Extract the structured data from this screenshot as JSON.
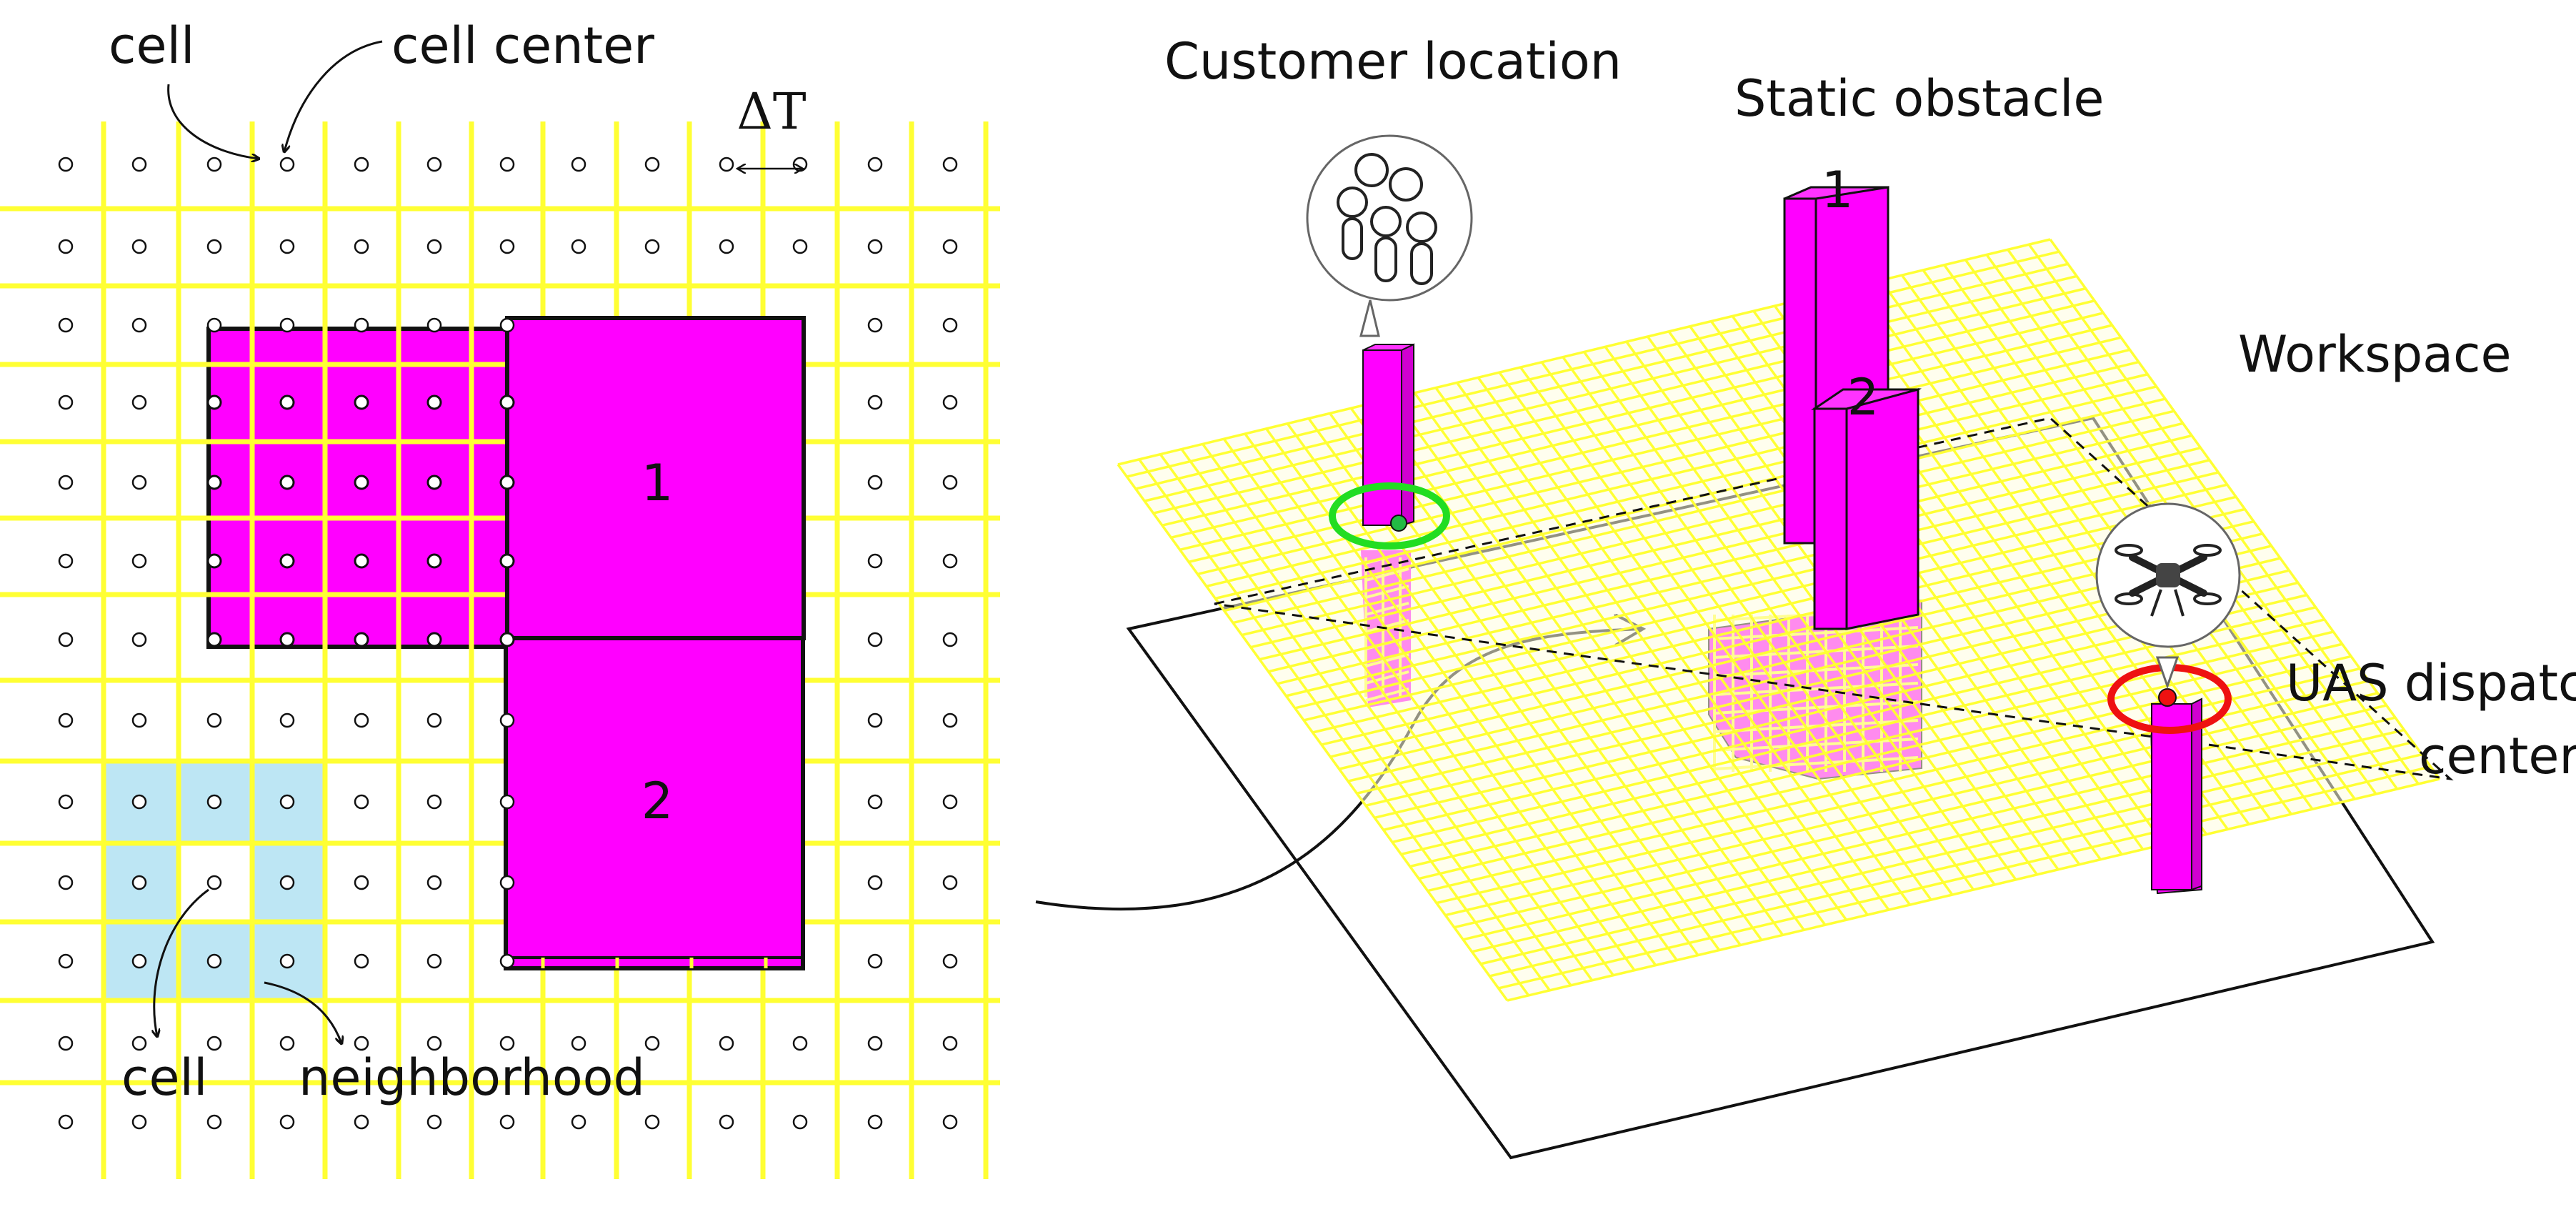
{
  "colors": {
    "grid": "#ffff33",
    "obstacle": "#ff00ff",
    "obstacle_dark": "#c000c0",
    "neighborhood": "#bde6f4",
    "customer_ring": "#22dd22",
    "dispatch_ring": "#ee1111",
    "ink": "#111111"
  },
  "left_panel": {
    "cell_label": "cell",
    "cell_center_label": "cell center",
    "delta_label": "ΔT",
    "obstacle_1_label": "1",
    "obstacle_2_label": "2",
    "cell_label_bottom": "cell",
    "neighborhood_label": "neighborhood"
  },
  "right_panel": {
    "customer_label": "Customer location",
    "static_obstacle_label": "Static obstacle",
    "workspace_label": "Workspace",
    "dispatch_label_line1": "UAS dispatch",
    "dispatch_label_line2": "center",
    "tower_1_label": "1",
    "tower_2_label": "2",
    "customer_icon": "people-icon",
    "dispatch_icon": "drone-icon"
  }
}
